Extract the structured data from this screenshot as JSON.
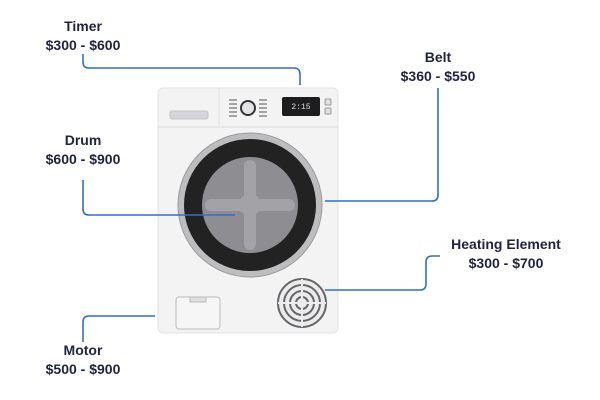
{
  "accent_color": "#2f6fce",
  "display_time": "2:15",
  "parts": [
    {
      "name": "Timer",
      "price": "$300 - $600"
    },
    {
      "name": "Belt",
      "price": "$360 - $550"
    },
    {
      "name": "Drum",
      "price": "$600 - $900"
    },
    {
      "name": "Heating Element",
      "price": "$300 - $700"
    },
    {
      "name": "Motor",
      "price": "$500 - $900"
    }
  ]
}
